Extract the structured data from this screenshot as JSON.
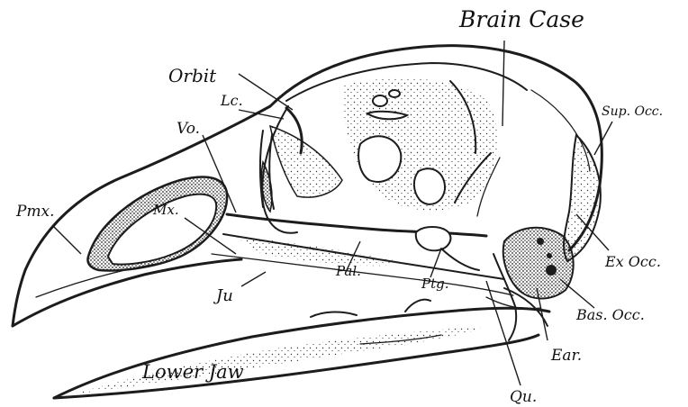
{
  "labels": {
    "brain_case": "Brain Case",
    "orbit": "Orbit",
    "lc": "Lc.",
    "vo": "Vo.",
    "sup_occ": "Sup. Occ.",
    "pmx": "Pmx.",
    "mx": "Mx.",
    "pal": "Pal.",
    "ptg": "Ptg.",
    "ex_occ": "Ex Occ.",
    "ju": "Ju",
    "bas_occ": "Bas. Occ.",
    "ear": "Ear.",
    "lower_jaw": "Lower Jaw",
    "qu": "Qu."
  }
}
